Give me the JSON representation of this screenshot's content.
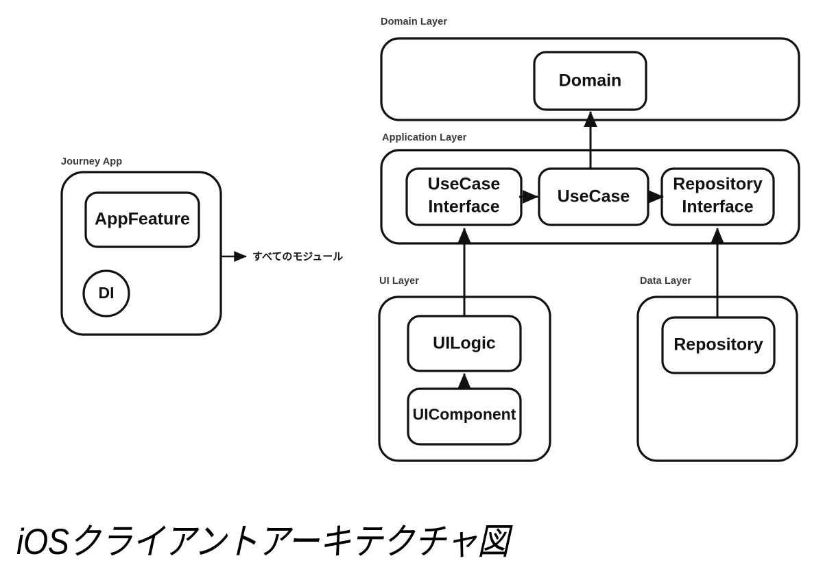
{
  "caption": "iOSクライアントアーキテクチャ図",
  "layers": {
    "domain": {
      "label": "Domain Layer",
      "nodes": [
        {
          "id": "domain",
          "label": "Domain"
        }
      ]
    },
    "application": {
      "label": "Application Layer",
      "nodes": [
        {
          "id": "usecase-interface",
          "label_line1": "UseCase",
          "label_line2": "Interface"
        },
        {
          "id": "usecase",
          "label": "UseCase"
        },
        {
          "id": "repository-interface",
          "label_line1": "Repository",
          "label_line2": "Interface"
        }
      ]
    },
    "ui": {
      "label": "UI Layer",
      "nodes": [
        {
          "id": "uilogic",
          "label": "UILogic"
        },
        {
          "id": "uicomponent",
          "label": "UIComponent"
        }
      ]
    },
    "data": {
      "label": "Data Layer",
      "nodes": [
        {
          "id": "repository",
          "label": "Repository"
        }
      ]
    }
  },
  "journey_app": {
    "label": "Journey App",
    "nodes": [
      {
        "id": "appfeature",
        "label": "AppFeature"
      },
      {
        "id": "di",
        "label": "DI"
      }
    ],
    "dependency_label": "すべてのモジュール"
  },
  "colors": {
    "stroke": "#111111",
    "background": "#ffffff",
    "label": "#3a3a3a"
  }
}
